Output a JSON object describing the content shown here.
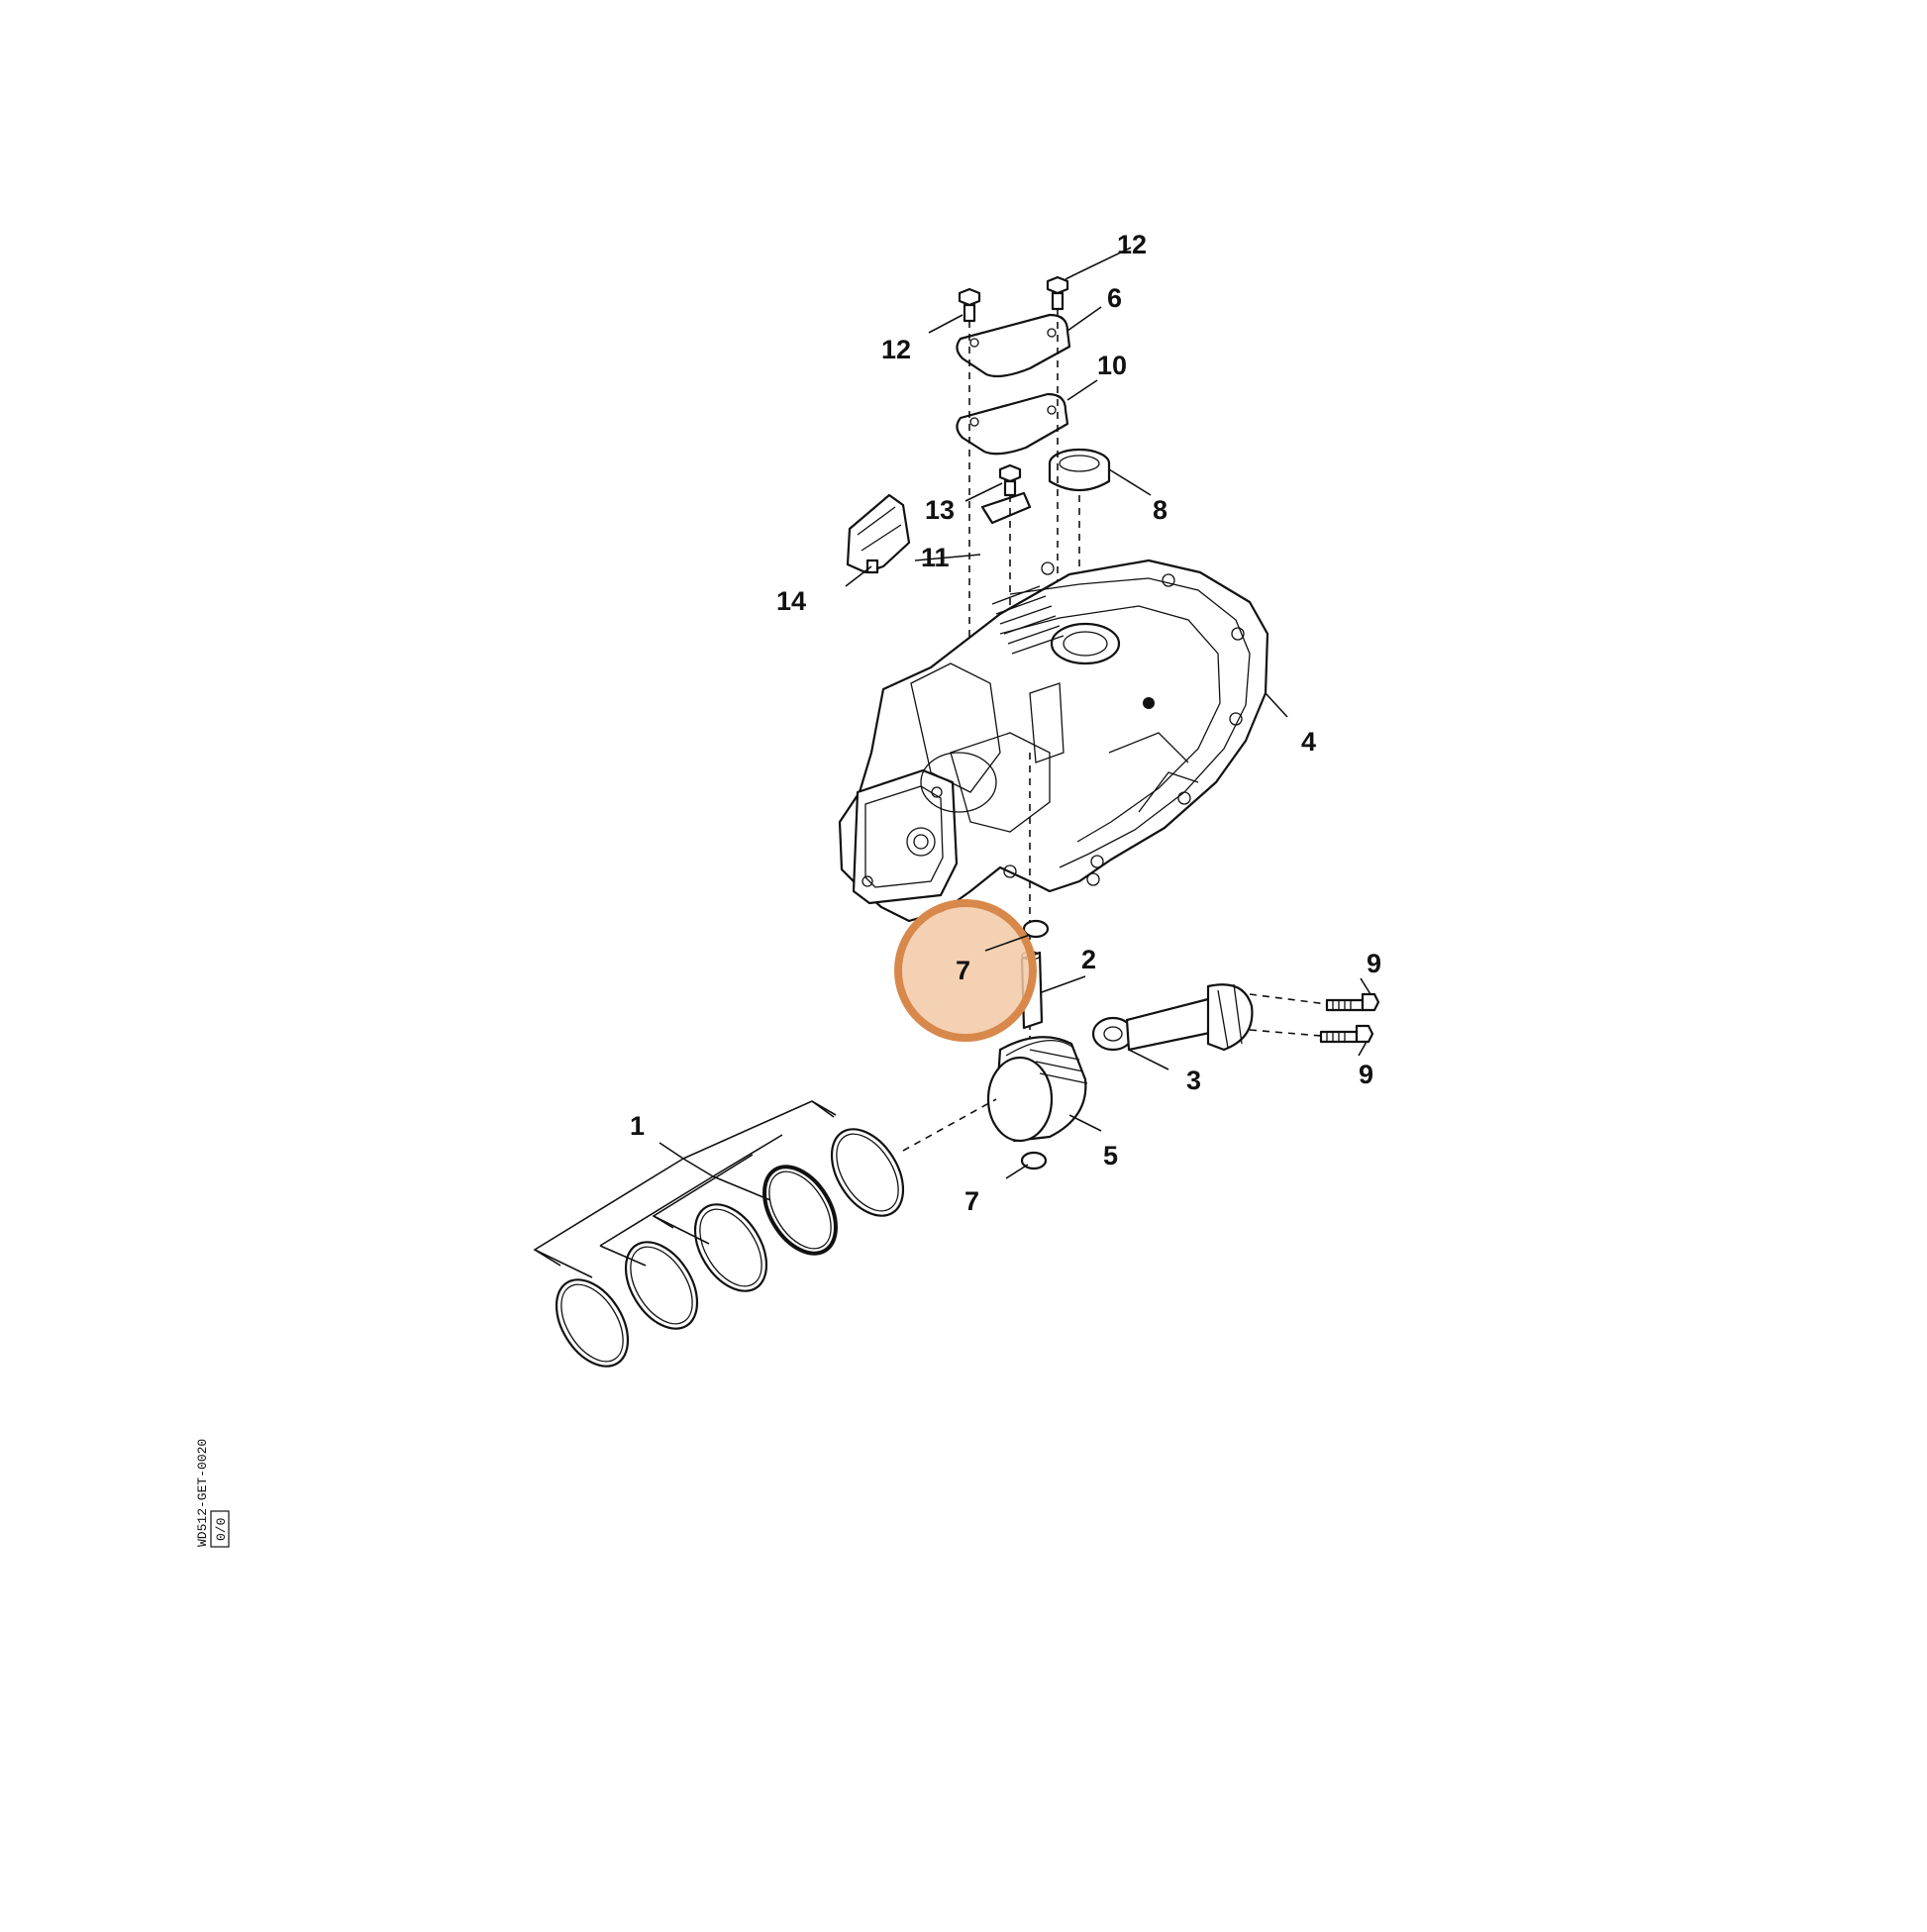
{
  "diagram": {
    "labels": [
      {
        "id": "1",
        "text": "1"
      },
      {
        "id": "2",
        "text": "2"
      },
      {
        "id": "3",
        "text": "3"
      },
      {
        "id": "4",
        "text": "4"
      },
      {
        "id": "5",
        "text": "5"
      },
      {
        "id": "6",
        "text": "6"
      },
      {
        "id": "7a",
        "text": "7"
      },
      {
        "id": "7b",
        "text": "7"
      },
      {
        "id": "8",
        "text": "8"
      },
      {
        "id": "9a",
        "text": "9"
      },
      {
        "id": "9b",
        "text": "9"
      },
      {
        "id": "10",
        "text": "10"
      },
      {
        "id": "11",
        "text": "11"
      },
      {
        "id": "12a",
        "text": "12"
      },
      {
        "id": "12b",
        "text": "12"
      },
      {
        "id": "13",
        "text": "13"
      },
      {
        "id": "14",
        "text": "14"
      }
    ],
    "highlight": {
      "label": "7",
      "color": "#d8884a",
      "fill": "#f3c9a6"
    },
    "stamp": {
      "code": "WD512-GET-0020",
      "box": "0/0"
    }
  }
}
